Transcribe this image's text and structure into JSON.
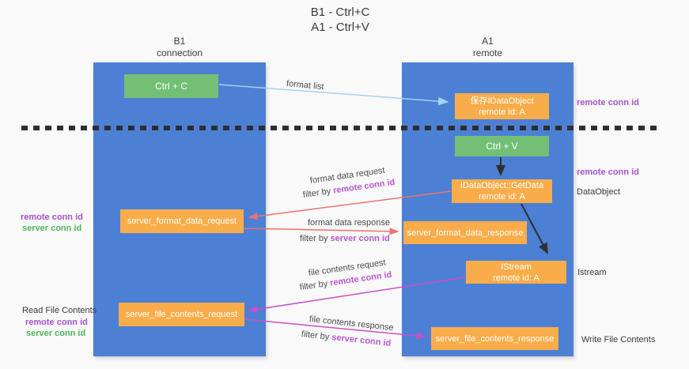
{
  "title": {
    "line1": "B1 - Ctrl+C",
    "line2": "A1 - Ctrl+V"
  },
  "lanes": {
    "left": {
      "name": "B1",
      "subtitle": "connection"
    },
    "right": {
      "name": "A1",
      "subtitle": "remote"
    }
  },
  "nodes": {
    "ctrl_c": "Ctrl + C",
    "ctrl_v": "Ctrl + V",
    "save_idataobject": {
      "line1": "保存IDataObject",
      "line2": "remote id: A"
    },
    "getdata": {
      "line1": "IDataObject::GetData",
      "line2": "remote id: A"
    },
    "istream": {
      "line1": "IStream",
      "line2": "remote id: A"
    },
    "server_format_data_request": "server_format_data_request",
    "server_format_data_response": "server_format_data_response",
    "server_file_contents_request": "server_file_contents_request",
    "server_file_contents_response": "server_file_contents_response"
  },
  "flow_labels": {
    "format_list": "format list",
    "format_data_request": "format data request",
    "format_data_response": "format data response",
    "file_contents_request": "file contents request",
    "file_contents_response": "file contents response",
    "filter_by": "filter by",
    "remote_conn_id": "remote conn id",
    "server_conn_id": "server conn id"
  },
  "side_labels": {
    "remote_conn_id_top": "remote conn id",
    "remote_conn_id_mid": "remote conn id",
    "dataobject": "DataObject",
    "istream": "Istream",
    "write_file_contents": "Write File Contents",
    "read_file_contents": "Read File Contents",
    "left_remote_conn_id_1": "remote conn id",
    "left_server_conn_id_1": "server conn id",
    "left_remote_conn_id_2": "remote conn id",
    "left_server_conn_id_2": "server conn id"
  },
  "colors": {
    "lane_blue": "#4c80d5",
    "node_green": "#72c075",
    "node_orange": "#f9ad4a",
    "purple_label": "#a551cb",
    "green_label": "#4db65a",
    "arrow_red": "#e8756f",
    "arrow_magenta": "#ca4fc8",
    "arrow_light_blue": "#a6d2f2",
    "arrow_black": "#2f2f2f"
  }
}
